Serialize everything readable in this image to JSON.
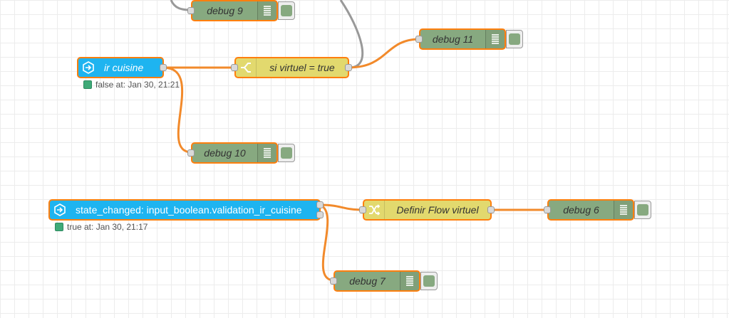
{
  "colors": {
    "wire": "#f28a2b",
    "wire_gray": "#999999",
    "debug_node": "#87a980",
    "switch_node": "#e2d96e",
    "event_node": "#1eb4f0",
    "node_border": "#ff7f0e",
    "status_green": "#3faa78"
  },
  "nodes": {
    "debug9": {
      "label": "debug 9",
      "icon": "list-icon"
    },
    "debug11": {
      "label": "debug 11",
      "icon": "list-icon"
    },
    "ir_cuisine": {
      "label": "ir cuisine",
      "icon": "arrow-right-circle-icon",
      "status": "false at: Jan 30, 21:21"
    },
    "switch": {
      "label": "si virtuel = true",
      "icon": "switch-icon"
    },
    "debug10": {
      "label": "debug 10",
      "icon": "list-icon"
    },
    "state_changed": {
      "label": "state_changed: input_boolean.validation_ir_cuisine",
      "icon": "arrow-right-circle-icon",
      "status": "true at: Jan 30, 21:17"
    },
    "change": {
      "label": "Definir Flow virtuel",
      "icon": "shuffle-icon"
    },
    "debug6": {
      "label": "debug 6",
      "icon": "list-icon"
    },
    "debug7": {
      "label": "debug 7",
      "icon": "list-icon"
    }
  }
}
